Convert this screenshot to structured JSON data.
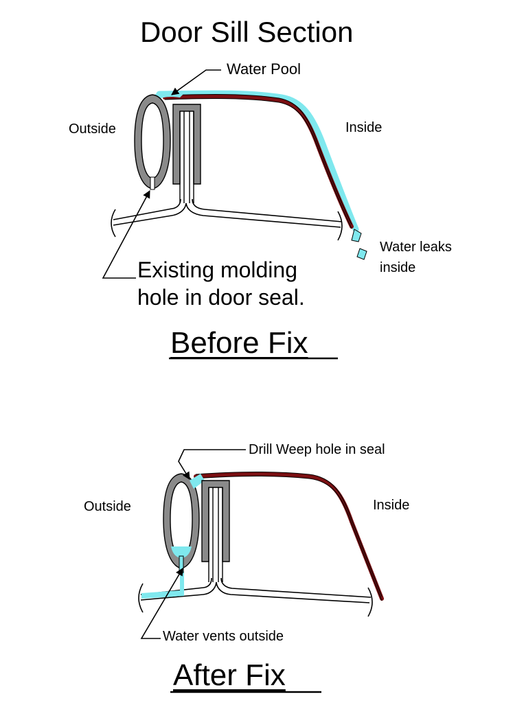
{
  "title": "Door Sill Section",
  "colors": {
    "water": "#7fe8ee",
    "weatherstrip": "#7a0f12",
    "seal": "#8a8a8a",
    "line": "#000000"
  },
  "before": {
    "heading": "Before Fix ",
    "water_pool_label": "Water Pool",
    "outside_label": "Outside",
    "inside_label": "Inside",
    "leak_label_line1": "Water leaks",
    "leak_label_line2": "inside",
    "hole_label_line1": "Existing molding",
    "hole_label_line2": "hole in door seal."
  },
  "after": {
    "heading": "After Fix ",
    "weep_label": "Drill Weep hole in seal",
    "outside_label": "Outside",
    "inside_label": "Inside",
    "vent_label": "Water vents outside"
  }
}
